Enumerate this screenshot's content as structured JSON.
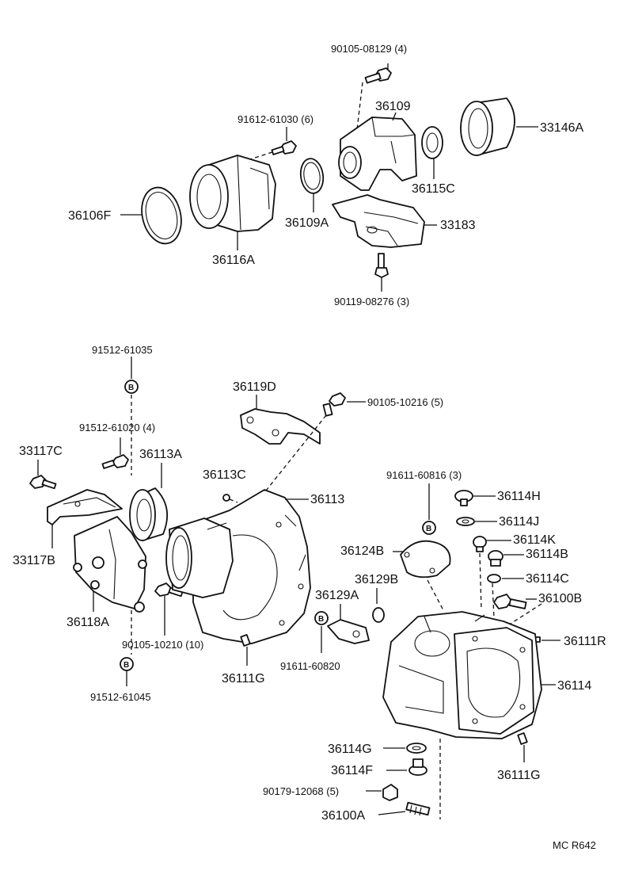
{
  "labels": {
    "p90105_08129": "90105-08129 (4)",
    "p36109": "36109",
    "p33146A": "33146A",
    "p91612_61030": "91612-61030 (6)",
    "p36115C": "36115C",
    "p36106F": "36106F",
    "p36109A": "36109A",
    "p33183": "33183",
    "p36116A": "36116A",
    "p90119_08276": "90119-08276 (3)",
    "p91512_61035": "91512-61035",
    "p36119D": "36119D",
    "p90105_10216": "90105-10216 (5)",
    "p91512_61020": "91512-61020 (4)",
    "p33117C": "33117C",
    "p36113A": "36113A",
    "p36113C": "36113C",
    "p36113": "36113",
    "p91611_60816": "91611-60816 (3)",
    "p36114H": "36114H",
    "p36114J": "36114J",
    "p36114K": "36114K",
    "p36114B": "36114B",
    "p33117B": "33117B",
    "p36124B": "36124B",
    "p36129B": "36129B",
    "p36114C": "36114C",
    "p36100B": "36100B",
    "p36118A": "36118A",
    "p36129A": "36129A",
    "p90105_10210": "90105-10210 (10)",
    "p91611_60820": "91611-60820",
    "p36111R": "36111R",
    "p36111G_a": "36111G",
    "p36114": "36114",
    "p91512_61045": "91512-61045",
    "p36114G": "36114G",
    "p36114F": "36114F",
    "p36111G_b": "36111G",
    "p90179_12068": "90179-12068 (5)",
    "p36100A": "36100A",
    "ref": "MC R642"
  },
  "marker": "B"
}
